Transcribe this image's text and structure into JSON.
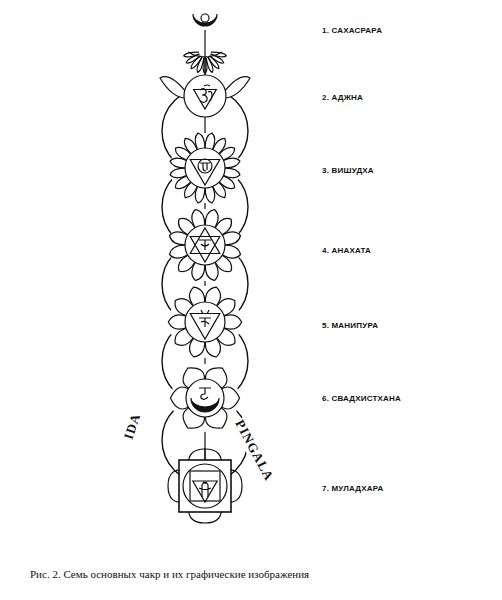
{
  "diagram": {
    "caption": "Рис. 2. Семь основных чакр и их графические изображения",
    "labels": [
      "1. САХАСРАРА",
      "2. АДЖНА",
      "3. ВИШУДХА",
      "4. АНАХАТА",
      "5. МАНИПУРА",
      "6. СВАДХИСТХАНА",
      "7. МУЛАДХАРА",
      "IDA",
      "PINGALA"
    ]
  }
}
